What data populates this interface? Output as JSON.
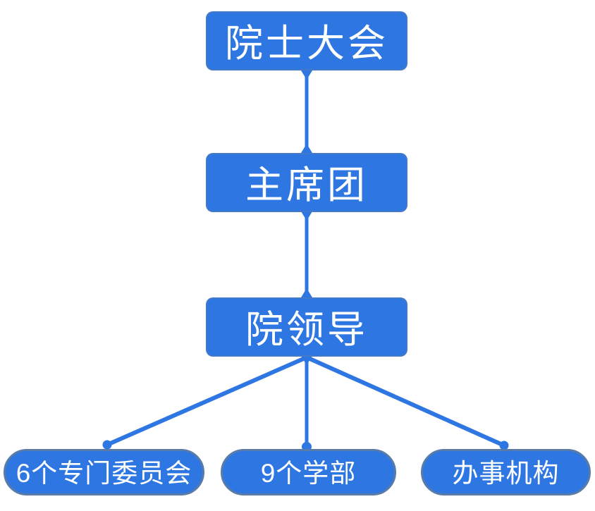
{
  "org_chart": {
    "type": "tree",
    "accent_color": "#2E77E2",
    "pill_border_color": "#587BA9",
    "text_color": "#FFFFFF",
    "background_color": "#FFFFFF",
    "chain": [
      {
        "id": "academician-assembly",
        "label": "院士大会",
        "shape": "rounded-rect"
      },
      {
        "id": "presidium",
        "label": "主席团",
        "shape": "rounded-rect"
      },
      {
        "id": "academy-leadership",
        "label": "院领导",
        "shape": "rounded-rect"
      }
    ],
    "branches": [
      {
        "id": "special-committees",
        "label": "6个专门委员会",
        "shape": "pill",
        "parent": "academy-leadership"
      },
      {
        "id": "academic-divisions",
        "label": "9个学部",
        "shape": "pill",
        "parent": "academy-leadership"
      },
      {
        "id": "administrative-offices",
        "label": "办事机构",
        "shape": "pill",
        "parent": "academy-leadership"
      }
    ]
  }
}
